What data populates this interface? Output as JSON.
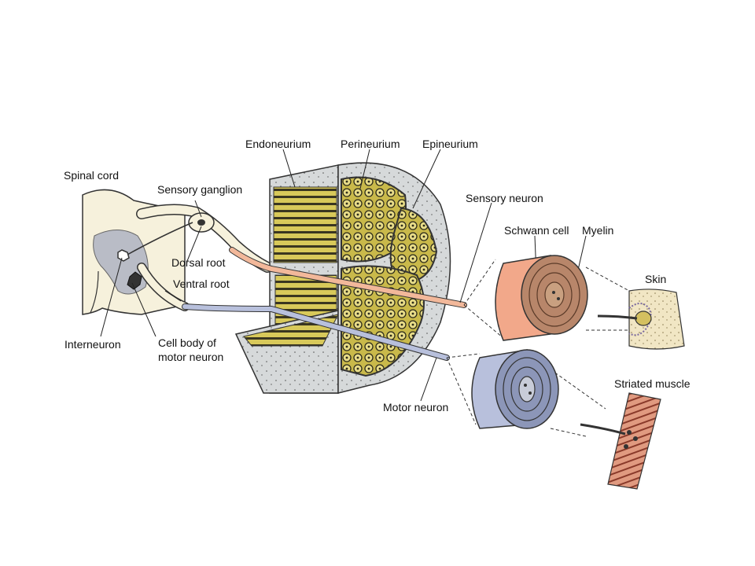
{
  "labels": {
    "spinal_cord": "Spinal cord",
    "sensory_ganglion": "Sensory ganglion",
    "dorsal_root": "Dorsal root",
    "ventral_root": "Ventral root",
    "interneuron": "Interneuron",
    "cell_body_line1": "Cell body of",
    "cell_body_line2": "motor neuron",
    "endoneurium": "Endoneurium",
    "perineurium": "Perineurium",
    "epineurium": "Epineurium",
    "sensory_neuron": "Sensory neuron",
    "schwann_cell": "Schwann cell",
    "myelin": "Myelin",
    "skin": "Skin",
    "striated_muscle": "Striated muscle",
    "motor_neuron": "Motor neuron"
  },
  "colors": {
    "spinal_cord_fill": "#f6f1dc",
    "gray_matter": "#b9bcc6",
    "connective_tissue": "#d6d9da",
    "fiber_yellow": "#d8c95a",
    "fiber_dark": "#2b2a1a",
    "sensory_axon": "#f2b89a",
    "motor_axon": "#b8c0dc",
    "muscle": "#d9826a",
    "skin": "#f1e6c4"
  },
  "icons": {
    "nerve": "nerve-cross-section",
    "sensory_myelin": "myelin-sheath-roll-sensory",
    "motor_myelin": "myelin-sheath-roll-motor",
    "skin": "skin-receptor",
    "muscle": "muscle-fiber"
  }
}
